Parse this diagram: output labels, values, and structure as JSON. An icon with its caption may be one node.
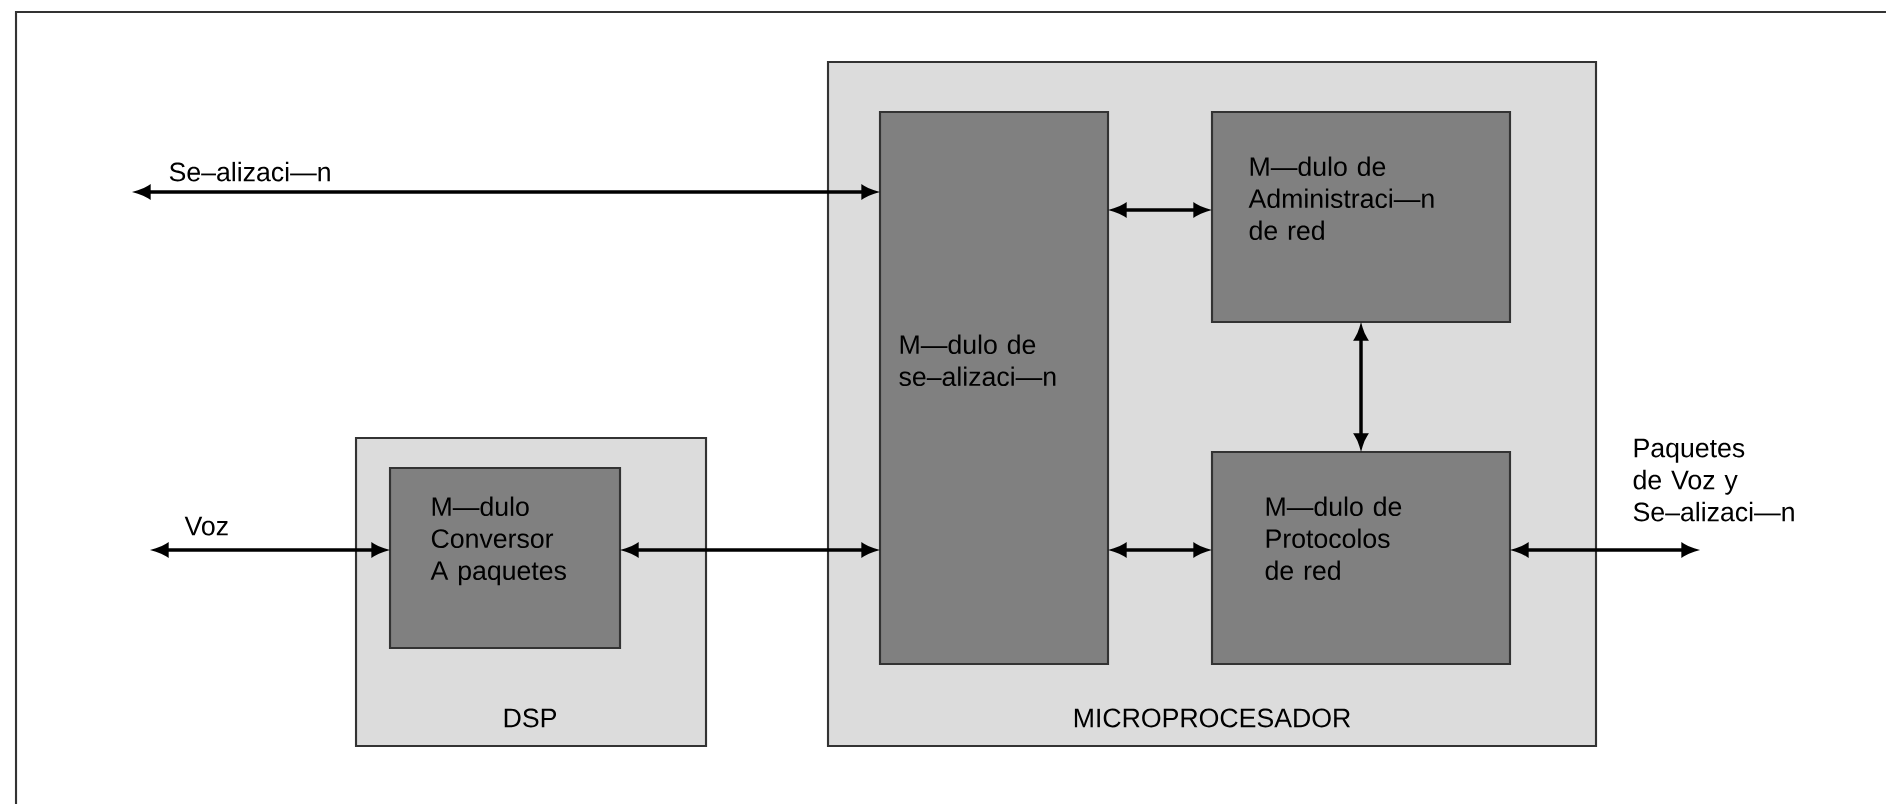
{
  "diagram": {
    "nodes": [
      {
        "text": [
          "DSP"
        ]
      },
      {
        "text": [
          "M—dulo Conversor A paquetes"
        ],
        "in": 0
      },
      {
        "text": [
          "MICROPROCESADOR"
        ]
      },
      {
        "text": [
          "M—dulo de se–alizaci—n"
        ],
        "in": 2
      },
      {
        "text": [
          "M—dulo de Administraci—n de red"
        ],
        "in": 2
      },
      {
        "text": [
          "M—dulo de Protocolos de red"
        ],
        "in": 2
      }
    ],
    "edges": [
      {
        "from": null,
        "to": 3,
        "arrow": "both",
        "label": "Se–alizaci—n"
      },
      {
        "from": null,
        "to": 1,
        "arrow": "both",
        "label": "Voz"
      },
      {
        "from": 1,
        "to": 3,
        "arrow": "both"
      },
      {
        "from": 3,
        "to": 4,
        "arrow": "both"
      },
      {
        "from": 4,
        "to": 5,
        "arrow": "both"
      },
      {
        "from": 3,
        "to": 5,
        "arrow": "both"
      },
      {
        "from": 5,
        "to": null,
        "arrow": "both",
        "label": "Paquetes de Voz y Se–alizaci—n"
      }
    ]
  }
}
